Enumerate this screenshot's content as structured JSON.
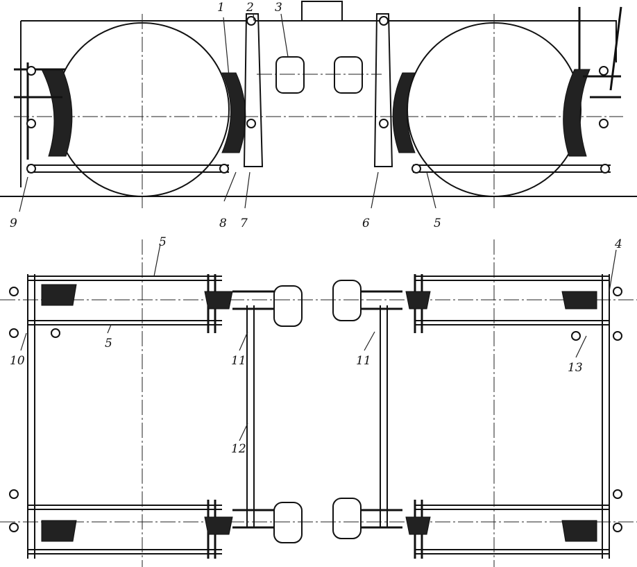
{
  "title": "Brake rigging diagram (side elevation and plan view)",
  "labels": [
    "1",
    "2",
    "3",
    "9",
    "8",
    "7",
    "6",
    "5",
    "5",
    "5",
    "4",
    "10",
    "11",
    "11",
    "12",
    "13"
  ],
  "colors": {
    "ink": "#111111",
    "background": "#ffffff"
  }
}
